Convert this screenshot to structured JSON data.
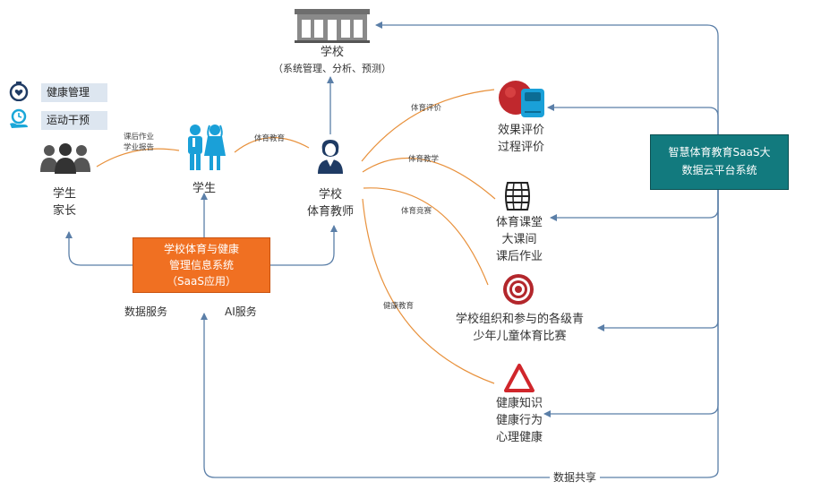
{
  "school": {
    "title": "学校",
    "subtitle": "（系统管理、分析、预测）"
  },
  "legend": {
    "health_management": "健康管理",
    "exercise_intervention": "运动干预"
  },
  "parents": {
    "line1": "学生",
    "line2": "家长"
  },
  "student": {
    "label": "学生"
  },
  "teacher": {
    "line1": "学校",
    "line2": "体育教师"
  },
  "edges": {
    "homework_report_1": "课后作业",
    "homework_report_2": "学业报告",
    "pe_teaching": "体育教育",
    "pe_evaluation": "体育评价",
    "pe_instruction": "体育教学",
    "pe_competition": "体育竞赛",
    "health_education": "健康教育"
  },
  "saas_app": {
    "line1": "学校体育与健康",
    "line2": "管理信息系统",
    "line3": "（SaaS应用）"
  },
  "services": {
    "data": "数据服务",
    "ai": "AI服务"
  },
  "cloud": {
    "line1": "智慧体育教育SaaS大",
    "line2": "数据云平台系统"
  },
  "evaluation": {
    "line1": "效果评价",
    "line2": "过程评价"
  },
  "classroom": {
    "line1": "体育课堂",
    "line2": "大课间",
    "line3": "课后作业"
  },
  "competition": {
    "line1": "学校组织和参与的各级青",
    "line2": "少年儿童体育比赛"
  },
  "health": {
    "line1": "健康知识",
    "line2": "健康行为",
    "line3": "心理健康"
  },
  "data_sharing": "数据共享",
  "colors": {
    "orange": "#f07022",
    "teal": "#127a7e",
    "arrow_blue": "#5b7fa8",
    "curve_orange": "#e8913c"
  }
}
